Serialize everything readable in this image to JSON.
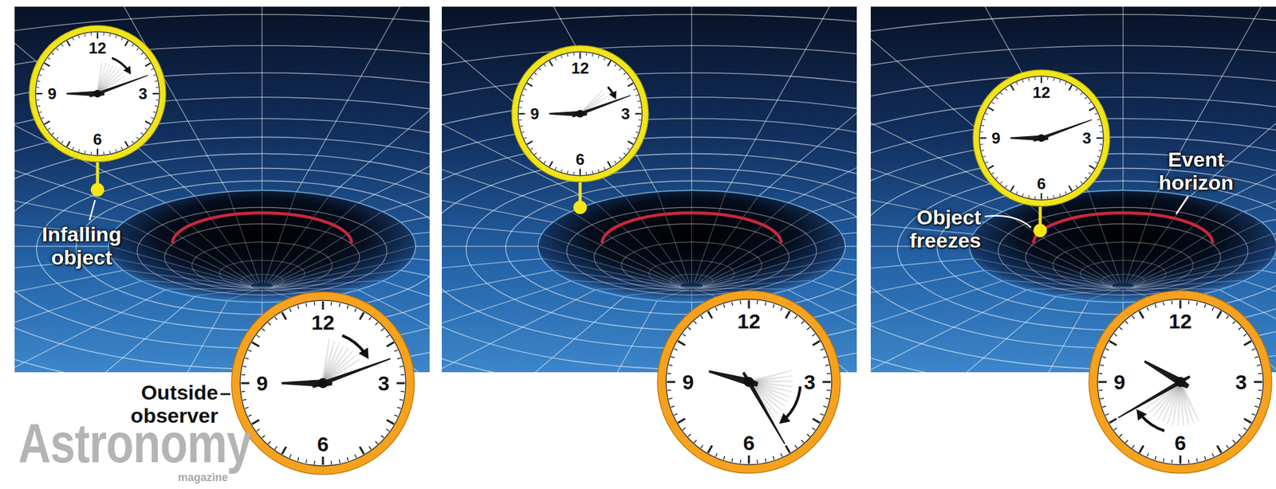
{
  "diagram": {
    "nodes": [
      {
        "text": [
          "12",
          "9",
          "3",
          "6"
        ]
      },
      {
        "text": [
          "12",
          "9",
          "3",
          "6"
        ]
      },
      {
        "text": [
          "12",
          "9",
          "3",
          "6"
        ]
      },
      {
        "text": [
          "12",
          "9",
          "3",
          "6"
        ]
      },
      {
        "text": [
          "12",
          "9",
          "3",
          "6"
        ]
      },
      {
        "text": [
          "12",
          "9",
          "3",
          "6"
        ]
      }
    ],
    "labels": [
      "Infalling object",
      "Outside observer",
      "Object freezes",
      "Event horizon",
      "Astronomy",
      "magazine"
    ]
  }
}
